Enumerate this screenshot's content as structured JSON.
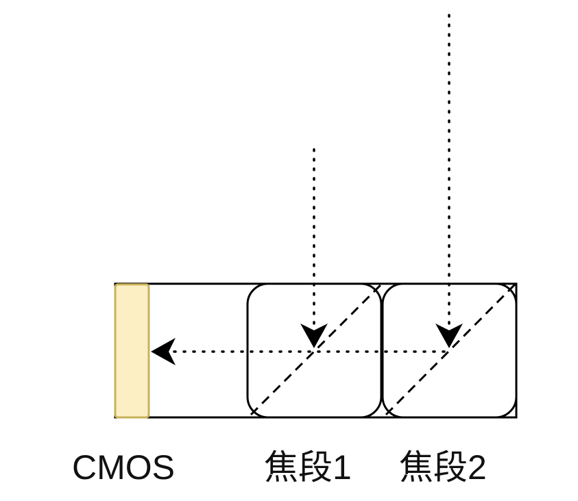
{
  "labels": {
    "sensor": "CMOS",
    "focal_1": "焦段1",
    "focal_2": "焦段2"
  },
  "colors": {
    "sensor_fill": "#fbefc3",
    "sensor_stroke": "#c9b25a",
    "line": "#000000",
    "background": "#ffffff"
  }
}
